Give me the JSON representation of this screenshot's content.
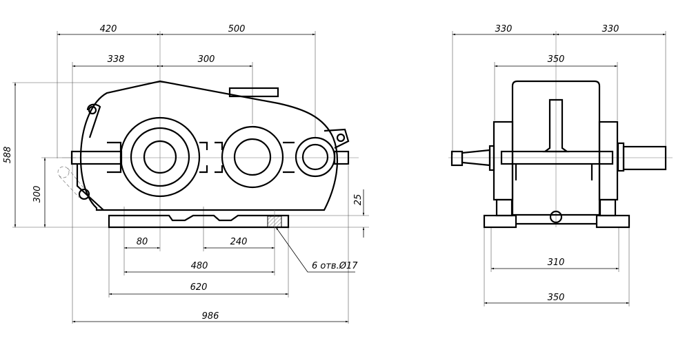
{
  "drawing": {
    "front_view": {
      "dimensions": {
        "top_left": "420",
        "top_right": "500",
        "second_left": "338",
        "second_right": "300",
        "overall_height": "588",
        "shaft_height": "300",
        "base_thickness": "25",
        "bolt_spacing_small": "80",
        "bolt_spacing_mid": "240",
        "bolt_span": "480",
        "base_length": "620",
        "overall_length": "986"
      },
      "note_holes": "6 отв.Ø17"
    },
    "side_view": {
      "dimensions": {
        "top_left": "330",
        "top_right": "330",
        "body_width": "350",
        "bolt_span": "310",
        "base_width": "350"
      }
    }
  }
}
